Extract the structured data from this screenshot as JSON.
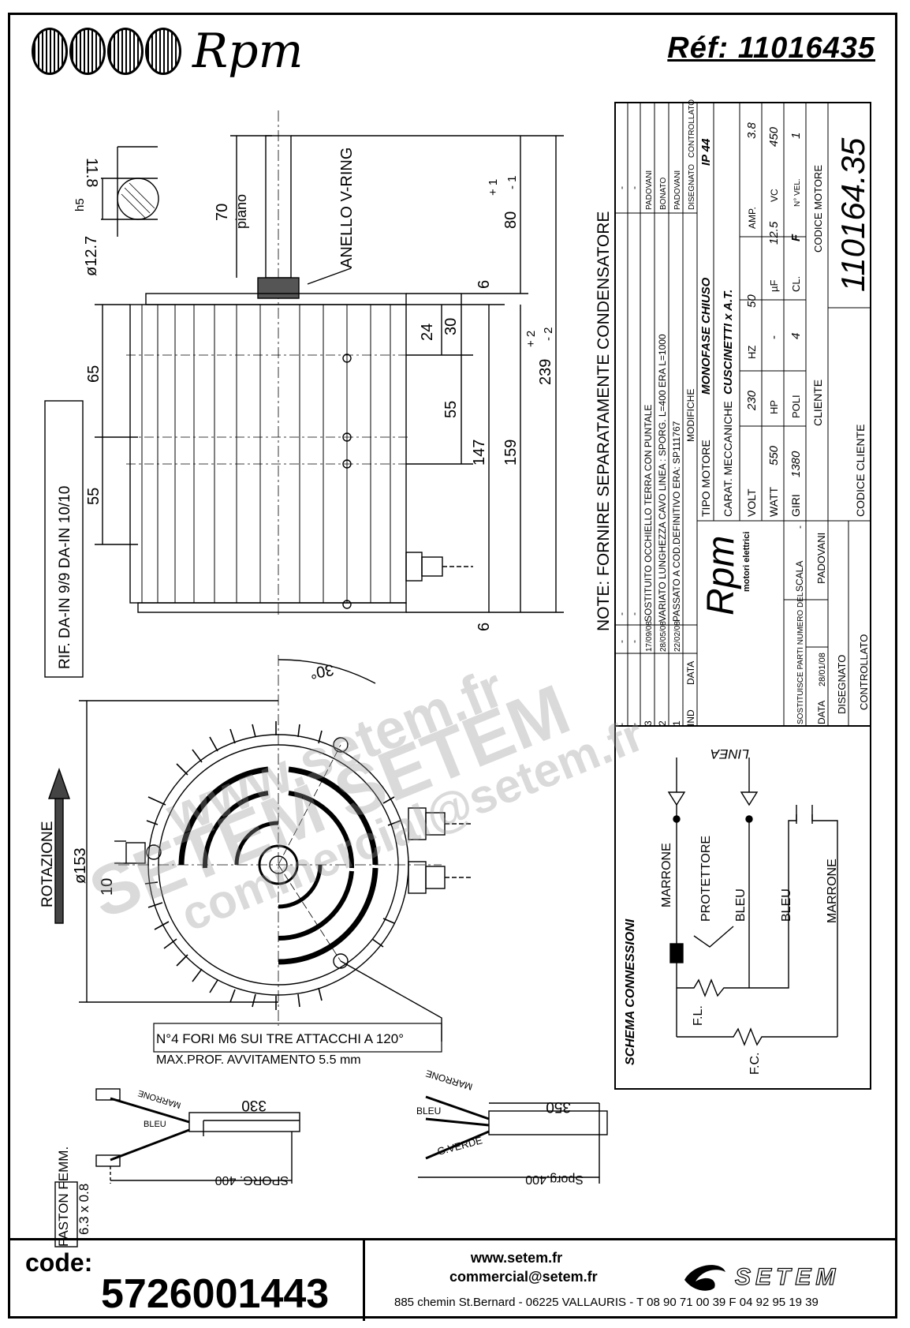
{
  "header": {
    "brand": "Rpm",
    "ref": "Réf:  11016435"
  },
  "drawing": {
    "dims_shaft": {
      "d11_8": "11.8",
      "d12_7": "ø12.7",
      "h5": "h5",
      "l70": "70",
      "piano": "piano",
      "vring": "ANELLO V-RING",
      "l80": "80",
      "l80_tol_up": "+ 1",
      "l80_tol_dn": "- 1",
      "d6a": "6",
      "d6b": "6",
      "d24": "24",
      "d30": "30",
      "d55r": "55",
      "d147": "147",
      "d159": "159",
      "d239": "239",
      "d239_tol_up": "+ 2",
      "d239_tol_dn": "- 2",
      "d65": "65",
      "d55l": "55"
    },
    "note": "NOTE: FORNIRE SEPARATAMENTE CONDENSATORE",
    "rif": "RIF. DA-IN 9/9   DA-IN 10/10",
    "rotazione": "ROTAZIONE",
    "d153": "ø153",
    "d10": "10",
    "angle30": "30°",
    "holes_line1": "N°4 FORI M6 SUI TRE ATTACCHI A 120°",
    "holes_line2": "MAX.PROF. AVVITAMENTO 5.5 mm",
    "faston": "FASTON FEMM.",
    "faston_size": "6.3 x 0.8",
    "cable1": {
      "marrone": "MARRONE",
      "bleu": "BLEU",
      "len": "330",
      "sporg": "SPORG. 400"
    },
    "cable2": {
      "marrone": "MARRONE",
      "bleu": "BLEU",
      "gverde": "G.VERDE",
      "len": "350",
      "sporg": "Sporg.400"
    }
  },
  "title_block": {
    "rev_rows": [
      {
        "ind": "-",
        "data": "-",
        "text": "-",
        "by": "-"
      },
      {
        "ind": "-",
        "data": "-",
        "text": "-",
        "by": "-"
      },
      {
        "ind": "3",
        "data": "17/09/08",
        "text": "SOSTITUITO OCCHIELLO TERRA CON PUNTALE",
        "by": "PADOVANI"
      },
      {
        "ind": "2",
        "data": "28/05/08",
        "text": "VARIATO LUNGHEZZA CAVO LINEA : SPORG. L=400 ERA L=1000",
        "by": "BONATO"
      },
      {
        "ind": "1",
        "data": "22/02/08",
        "text": "PASSATO A COD.DEFINITIVO ERA: SP111767",
        "by": "PADOVANI"
      }
    ],
    "hdr_ind": "IND",
    "hdr_data": "DATA",
    "hdr_mod": "MODIFICHE",
    "hdr_dis": "DISEGNATO",
    "hdr_ctrl": "CONTROLLATO",
    "tipo_motore_label": "TIPO MOTORE",
    "tipo_motore": "MONOFASE CHIUSO",
    "ip": "IP 44",
    "carat_label": "CARAT. MECCANICHE",
    "carat": "CUSCINETTI x A.T.",
    "volt_label": "VOLT",
    "volt": "230",
    "hz_label": "HZ",
    "hz": "50",
    "amp_label": "AMP.",
    "amp": "3.8",
    "watt_label": "WATT",
    "watt": "550",
    "hp_label": "HP",
    "hp": "-",
    "uf_label": "µF",
    "uf": "12.5",
    "vc_label": "VC",
    "vc": "450",
    "giri_label": "GIRI",
    "giri": "1380",
    "poli_label": "POLI",
    "poli": "4",
    "cl_label": "CL.",
    "cl": "F",
    "nvel_label": "N° VEL.",
    "nvel": "1",
    "cliente_label": "CLIENTE",
    "codice_motore_label": "CODICE MOTORE",
    "codice_motore": "110164.35",
    "codice_cliente_label": "CODICE CLIENTE",
    "sostituisce": "SOSTITUISCE PARTI NUMERO DEL",
    "sost_val": "-",
    "scala_label": "SCALA",
    "data_label": "DATA",
    "data_val": "28/01/08",
    "disegnato_label": "DISEGNATO",
    "disegnato_val": "PADOVANI",
    "controllato_label": "CONTROLLATO",
    "logo_sub": "motori elettrici"
  },
  "schema": {
    "title": "SCHEMA CONNESSIONI",
    "linea": "LINEA",
    "marrone1": "MARRONE",
    "protettore": "PROTETTORE",
    "bleu1": "BLEU",
    "bleu2": "BLEU",
    "marrone2": "MARRONE",
    "fl": "F.L.",
    "fc": "F.C."
  },
  "footer": {
    "code_label": "code:",
    "code_value": "5726001443",
    "web": "www.setem.fr",
    "email": "commercial@setem.fr",
    "address": "885 chemin St.Bernard  -  06225 VALLAURIS  -  T 08 90 71 00 39  F 04 92 95 19 39",
    "logo": "SETEM"
  },
  "watermark": {
    "w1": "www.setem.fr",
    "w2": "SETEM  SETEM",
    "w3": "commercial@setem.fr"
  }
}
